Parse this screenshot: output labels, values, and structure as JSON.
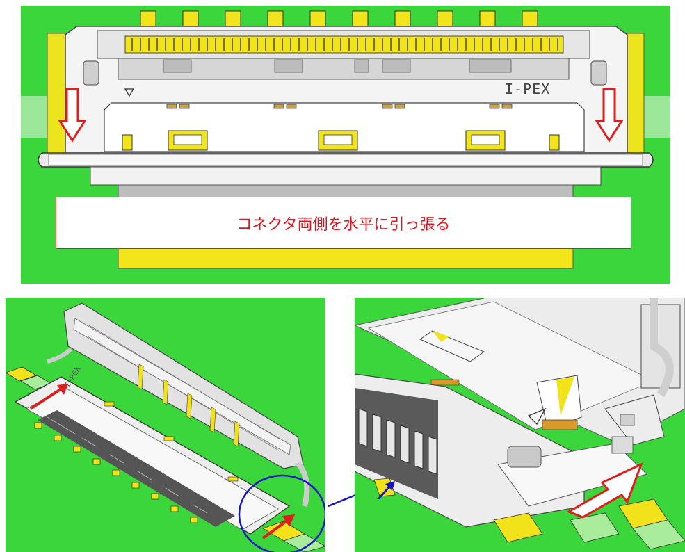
{
  "top_view": {
    "caption": "コネクタ両側を水平に引っ張る",
    "brand_mark": "I-PEX"
  },
  "bottom_left_view": {
    "brand_mark": "I-PEX"
  },
  "colors": {
    "board_green": "#3bd63b",
    "pad_yellow": "#f2e21a",
    "arrow_red": "#e31b1b",
    "circle_blue": "#1515c8",
    "metal_gray": "#d9d9d9"
  },
  "icons": [
    "down-arrow-icon",
    "pull-arrow-icon",
    "callout-arrow-icon",
    "magnify-circle-icon"
  ]
}
